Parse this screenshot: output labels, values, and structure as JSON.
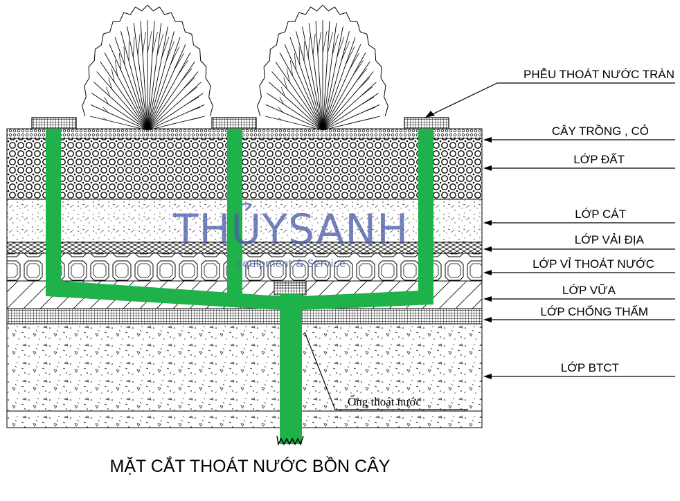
{
  "labels": {
    "overflow_funnel": "PHỄU THOÁT NƯỚC TRÀN",
    "plants": "CÂY TRỒNG , CỎ",
    "soil": "LỚP ĐẤT",
    "sand": "LỚP CÁT",
    "geotextile": "LỚP VẢI ĐỊA",
    "drain_cell": "LỚP VỈ THOÁT NƯỚC",
    "mortar": "LỚP VỮA",
    "waterproof": "LỚP CHỐNG THẤM",
    "concrete": "LỚP BTCT"
  },
  "pipe_label": "Ống thoát nước",
  "title": "MẶT CẮT THOÁT NƯỚC BỒN CÂY",
  "watermark": {
    "main": "THỦYSANH",
    "sub": "Equipment & Service"
  },
  "colors": {
    "pipe": "#1fb24a",
    "line": "#000000",
    "watermark": "#4a5ea8"
  }
}
